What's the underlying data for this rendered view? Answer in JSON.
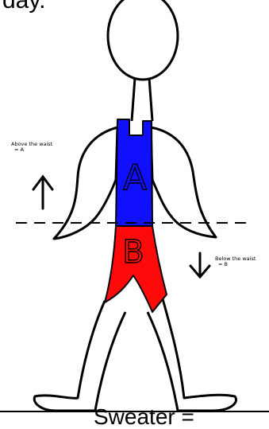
{
  "header_text": "day.",
  "figure": {
    "upper_label": "A",
    "lower_label": "B",
    "upper_color": "#1010ff",
    "lower_color": "#ff0a0a",
    "outline_color": "#000000"
  },
  "annotations": {
    "above": {
      "line1": "Above the waist",
      "line2": "= A",
      "arrow_icon": "arrow-up-icon"
    },
    "below": {
      "line1": "Below the waist",
      "line2": "= B",
      "arrow_icon": "arrow-down-icon"
    }
  },
  "footer_text": "Sweater ="
}
